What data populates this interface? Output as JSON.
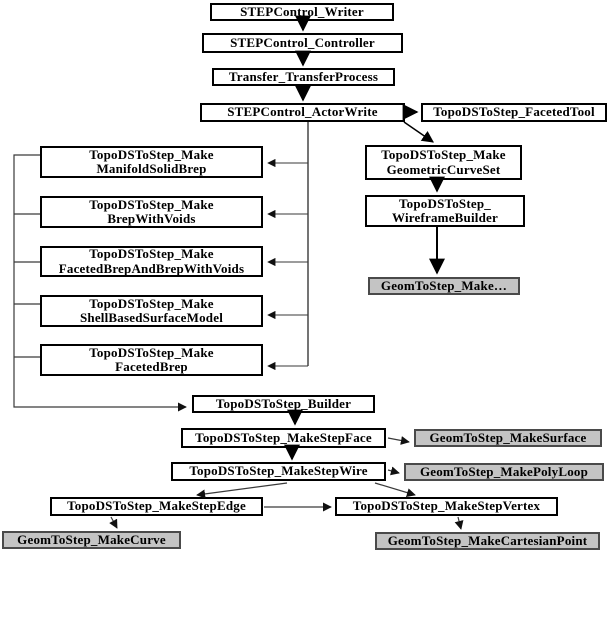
{
  "diagram": {
    "type": "class-flow-diagram",
    "topic": "STEP export class hierarchy",
    "colors": {
      "box_fill": "#ffffff",
      "gray_box_fill": "#c4c4c4",
      "box_border": "#000000",
      "gray_box_border": "#4a4a4a",
      "connector": "#3a3a3a",
      "background": "#ffffff"
    },
    "nodes": [
      {
        "id": "stepcontrol-writer",
        "label": "STEPControl_Writer",
        "style": "white"
      },
      {
        "id": "stepcontrol-controller",
        "label": "STEPControl_Controller",
        "style": "white"
      },
      {
        "id": "transfer-transferprocess",
        "label": "Transfer_TransferProcess",
        "style": "white"
      },
      {
        "id": "stepcontrol-actorwrite",
        "label": "STEPControl_ActorWrite",
        "style": "white"
      },
      {
        "id": "topodstostep-facetedtool",
        "label": "TopoDSToStep_FacetedTool",
        "style": "white"
      },
      {
        "id": "make-manifoldsolidbrep",
        "label": "TopoDSToStep_Make\nManifoldSolidBrep",
        "style": "white"
      },
      {
        "id": "make-brepwithvoids",
        "label": "TopoDSToStep_Make\nBrepWithVoids",
        "style": "white"
      },
      {
        "id": "make-facetedbrepandbrepwithvoids",
        "label": "TopoDSToStep_Make\nFacetedBrepAndBrepWithVoids",
        "style": "white"
      },
      {
        "id": "make-shellbasedsurfacemodel",
        "label": "TopoDSToStep_Make\nShellBasedSurfaceModel",
        "style": "white"
      },
      {
        "id": "make-facetedbrep",
        "label": "TopoDSToStep_Make\nFacetedBrep",
        "style": "white"
      },
      {
        "id": "make-geometriccurveset",
        "label": "TopoDSToStep_Make\nGeometricCurveSet",
        "style": "white"
      },
      {
        "id": "wireframebuilder",
        "label": "TopoDSToStep_\nWireframeBuilder",
        "style": "white"
      },
      {
        "id": "geomtostep-make-ellipsis",
        "label": "GeomToStep_Make…",
        "style": "gray"
      },
      {
        "id": "topodstostep-builder",
        "label": "TopoDSToStep_Builder",
        "style": "white"
      },
      {
        "id": "makestepface",
        "label": "TopoDSToStep_MakeStepFace",
        "style": "white"
      },
      {
        "id": "geomtostep-makesurface",
        "label": "GeomToStep_MakeSurface",
        "style": "gray"
      },
      {
        "id": "makestepwire",
        "label": "TopoDSToStep_MakeStepWire",
        "style": "white"
      },
      {
        "id": "geomtostep-makepolyloop",
        "label": "GeomToStep_MakePolyLoop",
        "style": "gray"
      },
      {
        "id": "makestepedge",
        "label": "TopoDSToStep_MakeStepEdge",
        "style": "white"
      },
      {
        "id": "makestepvertex",
        "label": "TopoDSToStep_MakeStepVertex",
        "style": "white"
      },
      {
        "id": "geomtostep-makecurve",
        "label": "GeomToStep_MakeCurve",
        "style": "gray"
      },
      {
        "id": "geomtostep-makecartesianpoint",
        "label": "GeomToStep_MakeCartesianPoint",
        "style": "gray"
      }
    ]
  }
}
